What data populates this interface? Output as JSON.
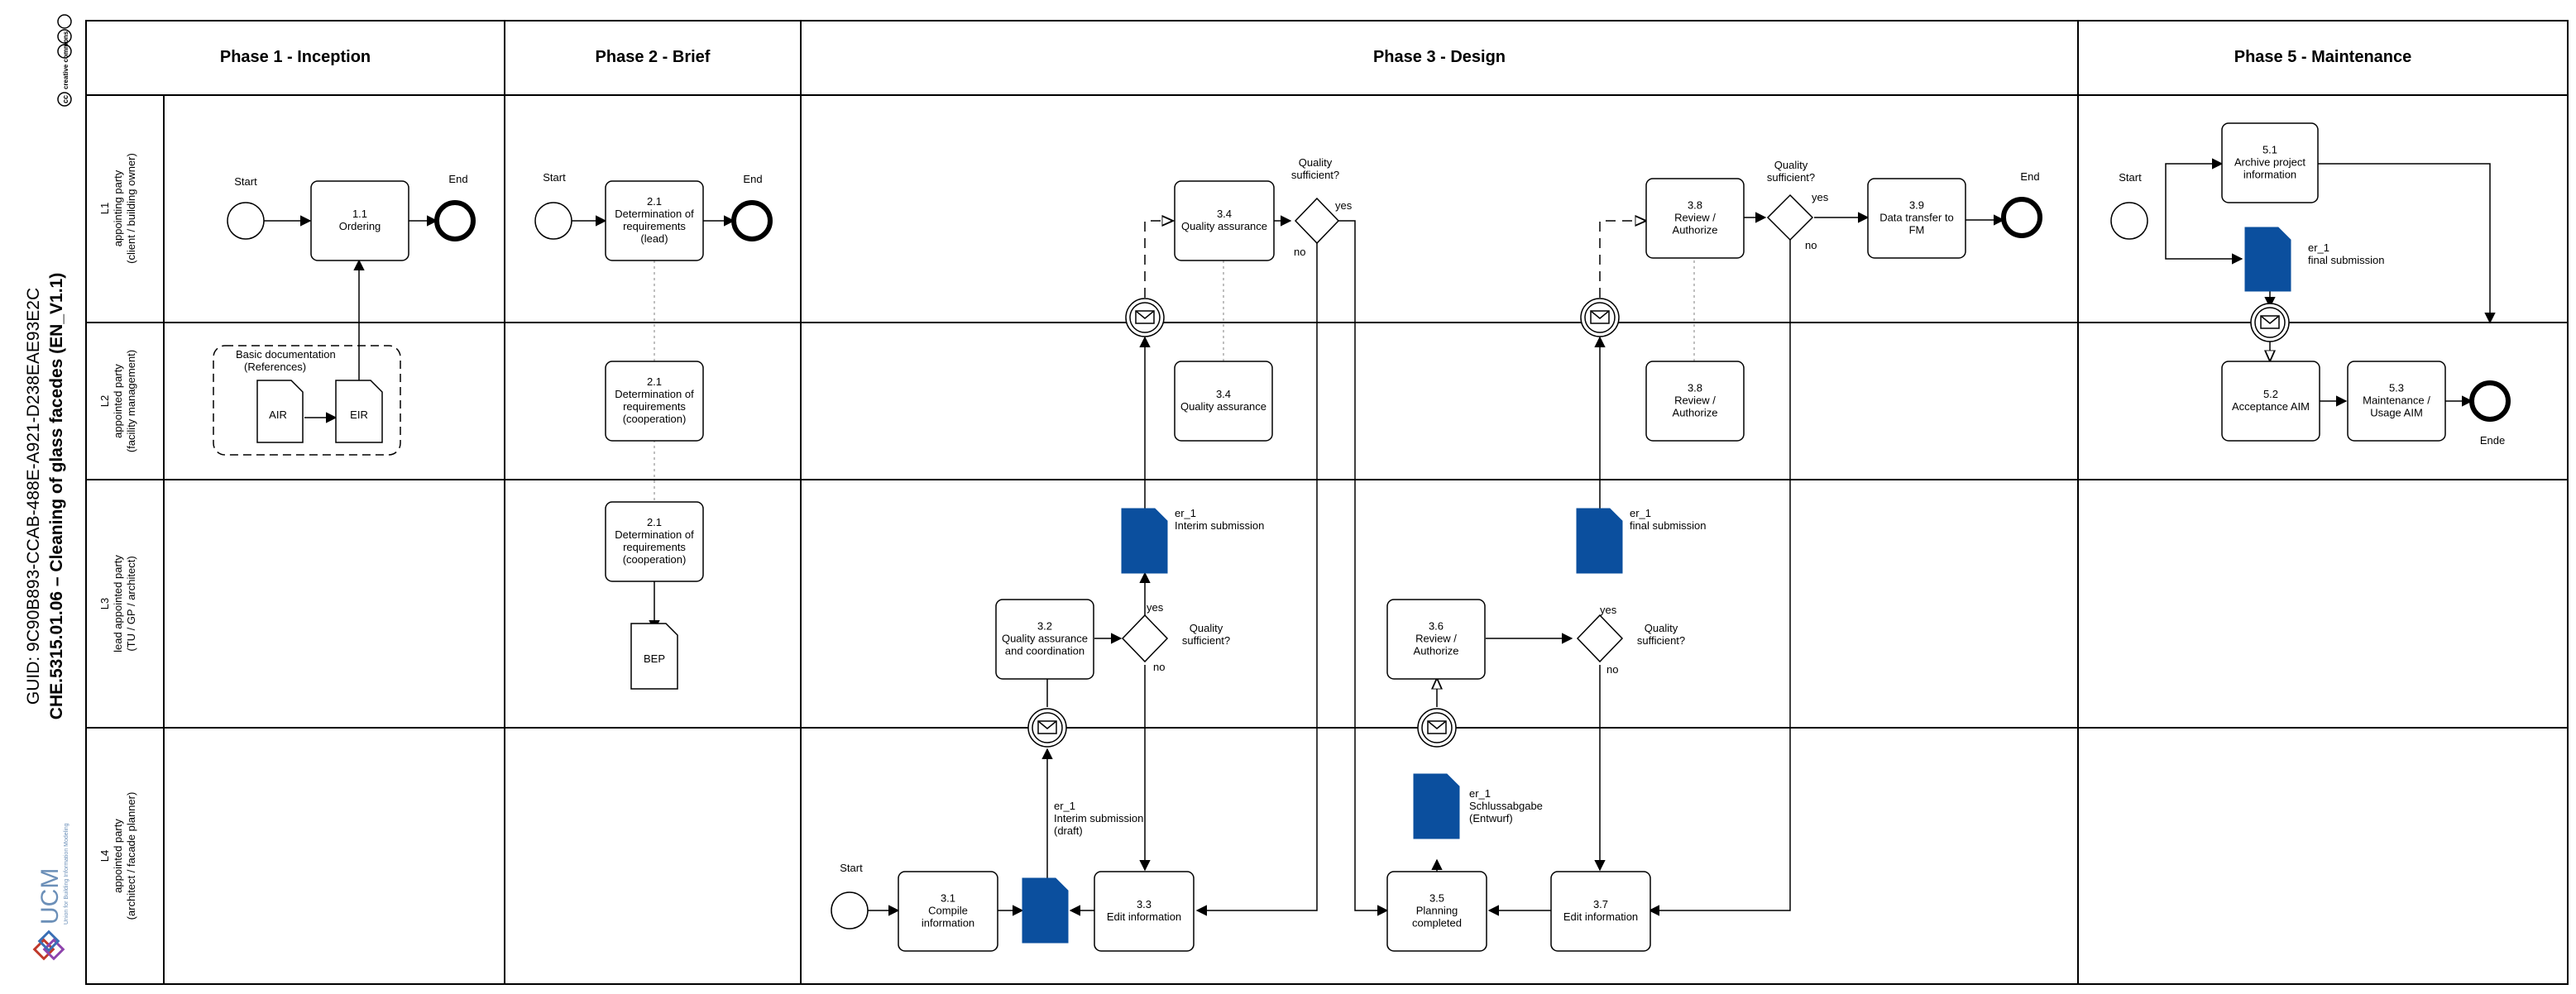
{
  "title": {
    "guid": "GUID: 9C90B893-CCAB-488E-A921-D238EAE93E2C",
    "name": "CHE.5315.01.06 – Cleaning of glass facedes (EN_V1.1)"
  },
  "cc_label": "creative commons",
  "logo": {
    "text": "UCM",
    "tagline": "Union for Building Information Modeling"
  },
  "phases": [
    "Phase 1 - Inception",
    "Phase 2 - Brief",
    "Phase 3 - Design",
    "Phase 5 - Maintenance"
  ],
  "lanes": [
    {
      "id": "L1",
      "title": "appointing party",
      "sub": "(client / building owner)"
    },
    {
      "id": "L2",
      "title": "appointed party",
      "sub": "(facility management)"
    },
    {
      "id": "L3",
      "title": "lead appointed party",
      "sub": "(TU / GP / architect)"
    },
    {
      "id": "L4",
      "title": "appointed party",
      "sub": "(architect / facade planner)"
    }
  ],
  "tasks": {
    "t11": [
      "1.1",
      "Ordering"
    ],
    "t21a": [
      "2.1",
      "Determination of",
      "requirements",
      "(lead)"
    ],
    "t21b": [
      "2.1",
      "Determination of",
      "requirements",
      "(cooperation)"
    ],
    "t21c": [
      "2.1",
      "Determination of",
      "requirements",
      "(cooperation)"
    ],
    "t34a": [
      "3.4",
      "Quality assurance"
    ],
    "t34b": [
      "3.4",
      "Quality assurance"
    ],
    "t38a": [
      "3.8",
      "Review /",
      "Authorize"
    ],
    "t38b": [
      "3.8",
      "Review /",
      "Authorize"
    ],
    "t39": [
      "3.9",
      "Data transfer to",
      "FM"
    ],
    "t32": [
      "3.2",
      "Quality assurance",
      "and coordination"
    ],
    "t36": [
      "3.6",
      "Review /",
      "Authorize"
    ],
    "t31": [
      "3.1",
      "Compile",
      "information"
    ],
    "t33": [
      "3.3",
      "Edit information"
    ],
    "t35": [
      "3.5",
      "Planning",
      "completed"
    ],
    "t37": [
      "3.7",
      "Edit information"
    ],
    "t51": [
      "5.1",
      "Archive project",
      "information"
    ],
    "t52": [
      "5.2",
      "Acceptance AIM"
    ],
    "t53": [
      "5.3",
      "Maintenance /",
      "Usage AIM"
    ]
  },
  "events": {
    "start": "Start",
    "end": "End",
    "ende": "Ende"
  },
  "gateways": {
    "question": [
      "Quality",
      "sufficient?"
    ],
    "yes": "yes",
    "no": "no"
  },
  "documents": {
    "group_label": [
      "Basic documentation",
      "(References)"
    ],
    "air": "AIR",
    "eir": "EIR",
    "bep": "BEP",
    "er_interim": [
      "er_1",
      "Interim submission"
    ],
    "er_interim_draft": [
      "er_1",
      "Interim submission",
      "(draft)"
    ],
    "er_final_l3": [
      "er_1",
      "final submission"
    ],
    "er_schluss": [
      "er_1",
      "Schlussabgabe",
      "(Entwurf)"
    ],
    "er_final_p5": [
      "er_1",
      "final submission"
    ]
  },
  "colors": {
    "data_object": "#0b4f9e",
    "line": "#000000",
    "dotted": "#aaaaaa"
  }
}
